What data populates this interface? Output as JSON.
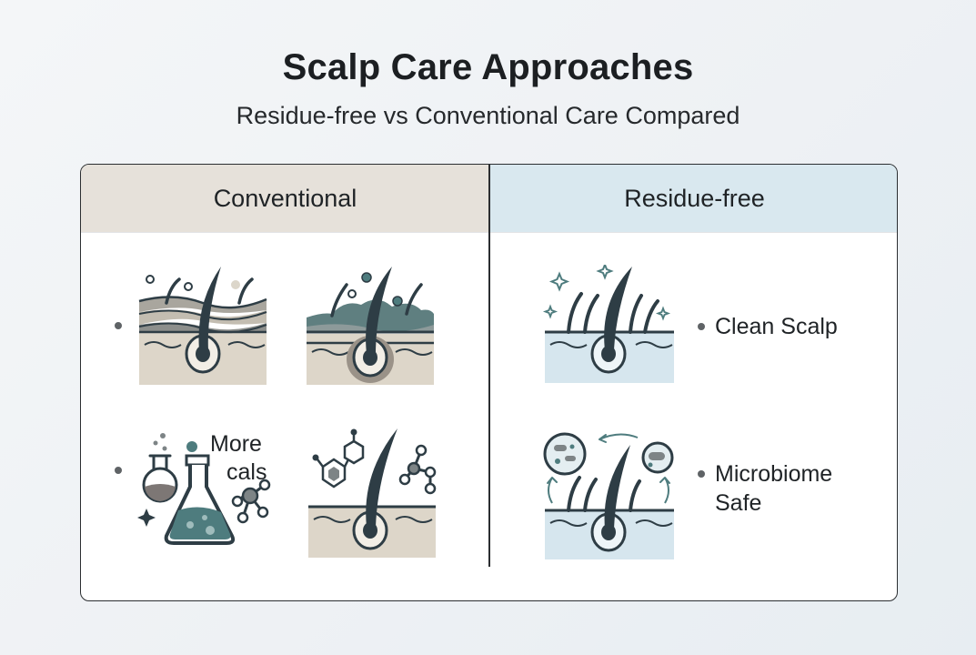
{
  "header": {
    "title": "Scalp Care Approaches",
    "subtitle": "Residue-free vs Conventional Care Compared"
  },
  "columns": {
    "left": {
      "heading": "Conventional",
      "color": "#e6e1da"
    },
    "right": {
      "heading": "Residue-free",
      "color": "#d9e8ef"
    }
  },
  "conventional": {
    "row2_label_line1": "More",
    "row2_label_line2": "cals"
  },
  "residue_free": {
    "row1_label": "Clean Scalp",
    "row2_label_line1": "Microbiome",
    "row2_label_line2": "Safe"
  },
  "palette": {
    "dark_slate": "#2e3d45",
    "teal": "#4e7c7e",
    "sand": "#dcd6ca",
    "pale_blue": "#d6e6ee",
    "grey": "#7d8486"
  }
}
